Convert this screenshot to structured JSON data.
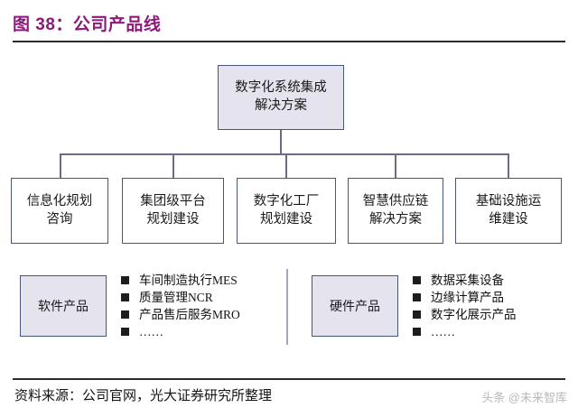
{
  "figure": {
    "title": "图 38：公司产品线",
    "title_color": "#8b1a7a"
  },
  "diagram": {
    "root": {
      "label": "数字化系统集成\n解决方案",
      "fill": "#e4e3ee",
      "border": "#44587c"
    },
    "leaves": [
      {
        "label": "信息化规划\n咨询"
      },
      {
        "label": "集团级平台\n规划建设"
      },
      {
        "label": "数字化工厂\n规划建设"
      },
      {
        "label": "智慧供应链\n解决方案"
      },
      {
        "label": "基础设施运\n维建设"
      }
    ],
    "connector_color": "#6f6a86"
  },
  "product_groups": [
    {
      "label": "软件产品",
      "items": [
        "车间制造执行MES",
        "质量管理NCR",
        "产品售后服务MRO",
        "……"
      ]
    },
    {
      "label": "硬件产品",
      "items": [
        "数据采集设备",
        "边缘计算产品",
        "数字化展示产品",
        "……"
      ]
    }
  ],
  "footer": {
    "source": "资料来源：公司官网，光大证券研究所整理",
    "watermark": "头条 @未来智库"
  }
}
